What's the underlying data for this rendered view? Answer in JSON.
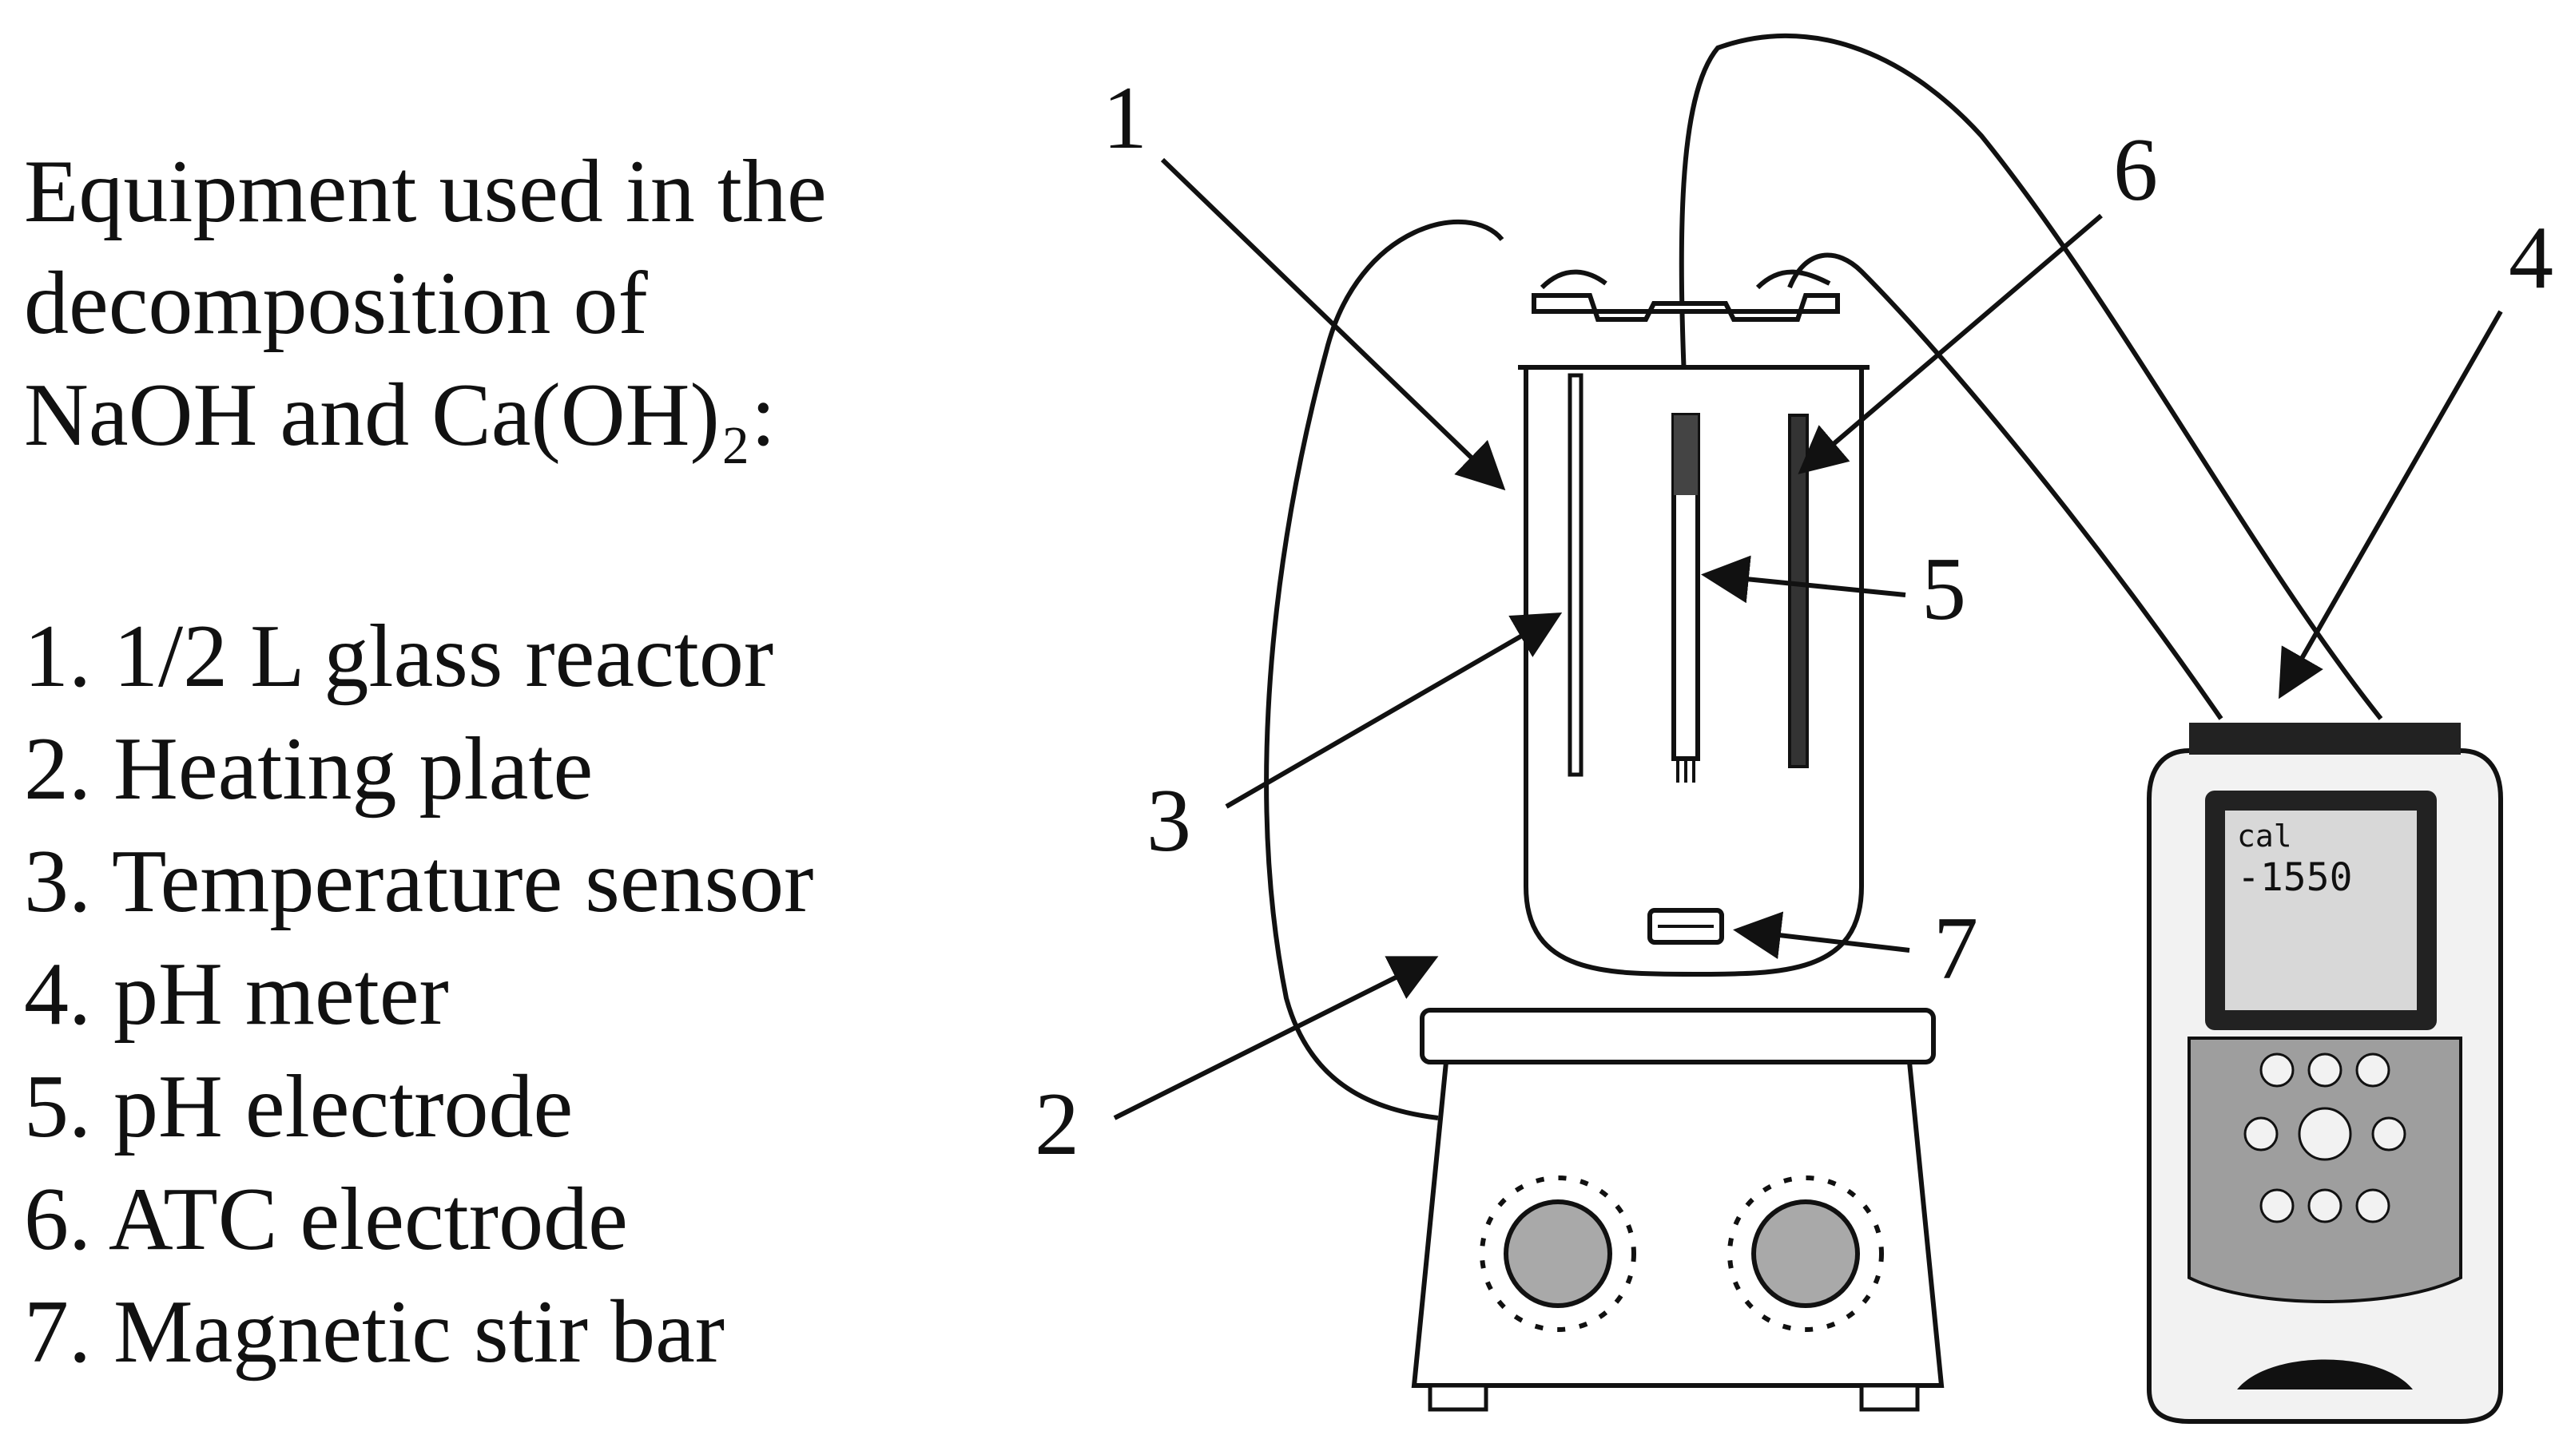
{
  "caption": {
    "lines": [
      "Equipment used in the",
      "decomposition of",
      "NaOH and Ca(OH)₂:"
    ]
  },
  "legend": {
    "items": [
      "1. 1/2 L glass reactor",
      "2. Heating plate",
      "3. Temperature sensor",
      "4. pH meter",
      "5. pH electrode",
      "6. ATC electrode",
      "7. Magnetic stir bar"
    ]
  },
  "callouts": {
    "n1": "1",
    "n2": "2",
    "n3": "3",
    "n4": "4",
    "n5": "5",
    "n6": "6",
    "n7": "7"
  },
  "meter_display": {
    "top_text": "cal",
    "reading": "-1550"
  },
  "colors": {
    "ink": "#111111",
    "glass": "#ffffff",
    "knob": "#a9a9a9",
    "meter_screen": "#d8d8d8",
    "meter_keypad": "#9e9e9e"
  }
}
